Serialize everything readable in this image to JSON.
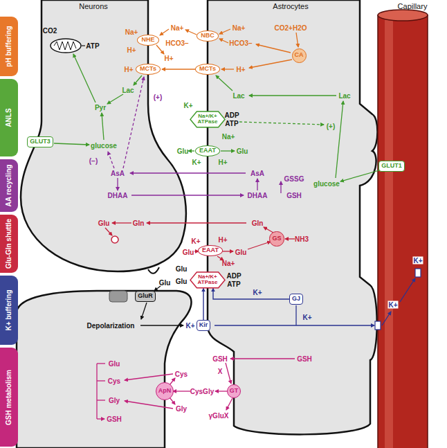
{
  "diagram": {
    "nodes": [
      {
        "text": [
          "pH buffering"
        ]
      },
      {
        "text": [
          "ANLS"
        ]
      },
      {
        "text": [
          "AA recycling"
        ]
      },
      {
        "text": [
          "Glu-Gln shuttle"
        ]
      },
      {
        "text": [
          "K+ buffering"
        ]
      },
      {
        "text": [
          "GSH metabolism"
        ]
      },
      {
        "text": [
          "NHE"
        ]
      },
      {
        "text": [
          "NBC"
        ]
      },
      {
        "text": [
          "MCTs"
        ]
      },
      {
        "text": [
          "MCTs"
        ]
      },
      {
        "text": [
          "CA"
        ]
      },
      {
        "text": [
          "GLUT3"
        ]
      },
      {
        "text": [
          "Na+/K+ ATPase"
        ]
      },
      {
        "text": [
          "EAAT"
        ]
      },
      {
        "text": [
          "GLUT1"
        ]
      },
      {
        "text": [
          "GS"
        ]
      },
      {
        "text": [
          "EAAT"
        ]
      },
      {
        "text": [
          "Na+/K+ ATPase"
        ]
      },
      {
        "text": [
          "GluR"
        ]
      },
      {
        "text": [
          "GJ"
        ]
      },
      {
        "text": [
          "Kir"
        ]
      },
      {
        "text": [
          "ApN"
        ]
      },
      {
        "text": [
          "GT"
        ]
      }
    ],
    "edges": [
      {
        "from": 20,
        "to": 17,
        "arrow": "to"
      },
      {
        "from": 19,
        "to": 17,
        "arrow": "to"
      }
    ],
    "labels": [
      "Neurons",
      "Astrocytes",
      "Capillary",
      "CO2",
      "ATP",
      "Na+",
      "H+",
      "Na+",
      "HCO3−",
      "H+",
      "Na+",
      "HCO3−",
      "CO2+H2O",
      "H+",
      "H+",
      "Lac",
      "(+)",
      "Pyr",
      "glucose",
      "(−)",
      "Lac",
      "Lac",
      "K+",
      "ADP",
      "ATP",
      "Na+",
      "(+)",
      "Glu",
      "Glu",
      "K+",
      "H+",
      "glucose",
      "AsA",
      "AsA",
      "GSSG",
      "GSH",
      "DHAA",
      "DHAA",
      "Glu",
      "Gln",
      "Gln",
      "NH3",
      "K+",
      "H+",
      "Glu",
      "Glu",
      "Na+",
      "ADP",
      "ATP",
      "Glu",
      "Glu",
      "Glu",
      "K+",
      "K+",
      "K+",
      "K+",
      "K+",
      "Depolarization",
      "Glu",
      "Cys",
      "Gly",
      "GSH",
      "Cys",
      "Gly",
      "CysGly",
      "GSH",
      "X",
      "γGluX",
      "GSH"
    ]
  }
}
